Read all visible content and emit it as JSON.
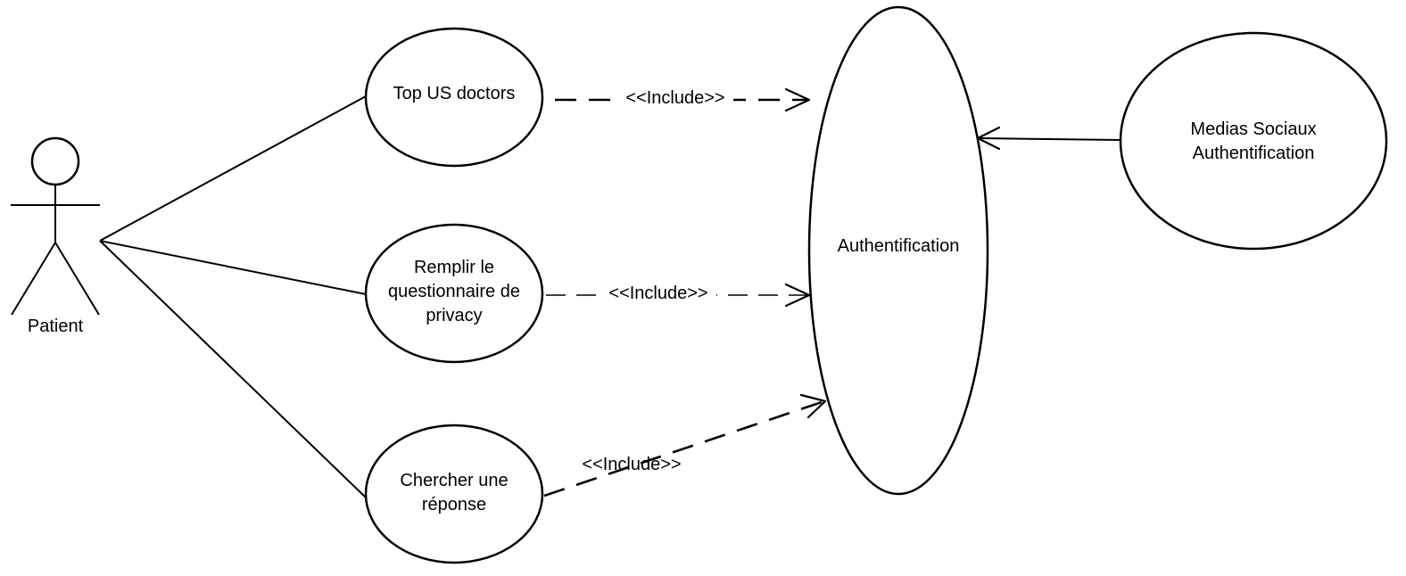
{
  "actors": {
    "patient": {
      "label": "Patient"
    }
  },
  "use_cases": {
    "top_us_doctors": {
      "lines": [
        "Top US doctors"
      ]
    },
    "remplir": {
      "lines": [
        "Remplir le",
        "questionnaire de",
        "privacy"
      ]
    },
    "chercher": {
      "lines": [
        "Chercher une",
        "réponse"
      ]
    },
    "authentification": {
      "lines": [
        "Authentification"
      ]
    },
    "medias_sociaux": {
      "lines": [
        "Medias Sociaux",
        "Authentification"
      ]
    }
  },
  "relations": {
    "include_top": {
      "label": "<<Include>>"
    },
    "include_remplir": {
      "label": "<<Include>>"
    },
    "include_chercher": {
      "label": "<<Include>>"
    }
  }
}
